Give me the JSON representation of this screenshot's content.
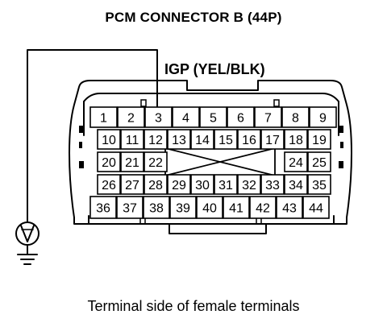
{
  "title": "PCM CONNECTOR B (44P)",
  "wire_label": "IGP (YEL/BLK)",
  "caption": "Terminal side of female terminals",
  "rows": [
    [
      "1",
      "2",
      "3",
      "4",
      "5",
      "6",
      "7",
      "8",
      "9"
    ],
    [
      "10",
      "11",
      "12",
      "13",
      "14",
      "15",
      "16",
      "17",
      "18",
      "19"
    ],
    [
      "20",
      "21",
      "22",
      "",
      "",
      "",
      "",
      "",
      "24",
      "25"
    ],
    [
      "26",
      "27",
      "28",
      "29",
      "30",
      "31",
      "32",
      "33",
      "34",
      "35"
    ],
    [
      "36",
      "37",
      "38",
      "39",
      "40",
      "41",
      "42",
      "43",
      "44"
    ]
  ]
}
